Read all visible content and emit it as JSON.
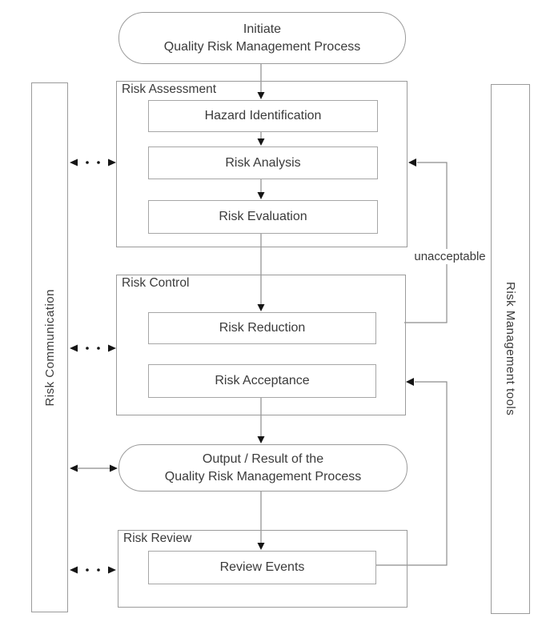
{
  "nodes": {
    "initiate": {
      "line1": "Initiate",
      "line2": "Quality Risk Management Process"
    },
    "risk_assessment": {
      "label": "Risk Assessment",
      "steps": [
        "Hazard Identification",
        "Risk Analysis",
        "Risk Evaluation"
      ]
    },
    "risk_control": {
      "label": "Risk Control",
      "steps": [
        "Risk Reduction",
        "Risk Acceptance"
      ]
    },
    "output": {
      "line1": "Output / Result of the",
      "line2": "Quality Risk Management Process"
    },
    "risk_review": {
      "label": "Risk Review",
      "steps": [
        "Review Events"
      ]
    },
    "risk_communication_bar": "Risk Communication",
    "risk_management_tools_bar": "Risk Management tools"
  },
  "annotations": {
    "unacceptable": "unacceptable"
  },
  "icons": {
    "down_arrow": "arrowhead-down-icon",
    "left_arrow": "arrowhead-left-icon",
    "double_arrow_dotted": "dotted-double-arrow-icon",
    "double_arrow_solid": "solid-double-arrow-icon"
  },
  "colors": {
    "connector_line": "#8c8c8c",
    "border": "#9b9b9b",
    "arrowhead": "#151515",
    "text": "#3b3b3b",
    "background": "#ffffff"
  }
}
